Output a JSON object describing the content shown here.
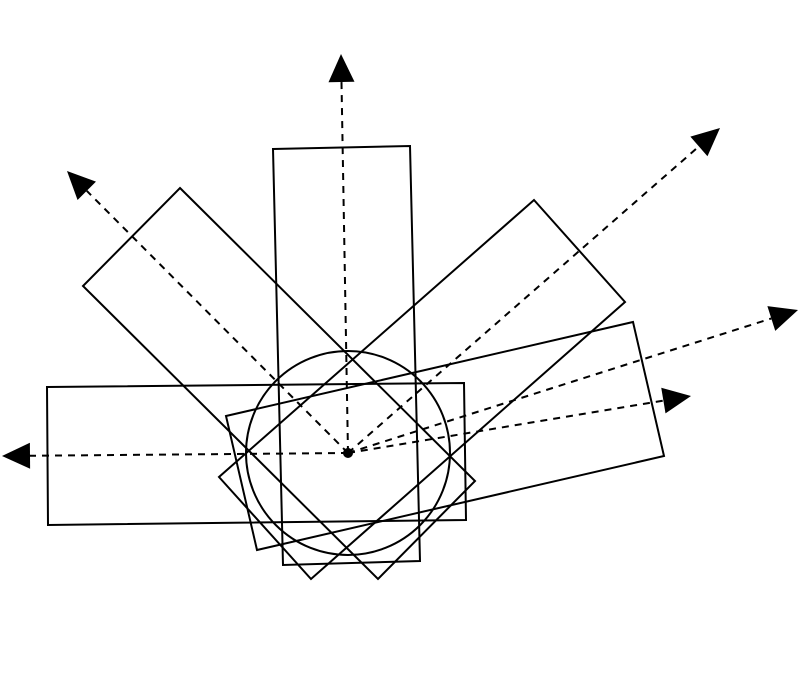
{
  "diagram": {
    "stroke_color": "#000000",
    "background_color": "#ffffff",
    "rectangle_count": 5,
    "arrow_count": 6,
    "center_marker": "filled-dot",
    "circle": "single-ring"
  }
}
